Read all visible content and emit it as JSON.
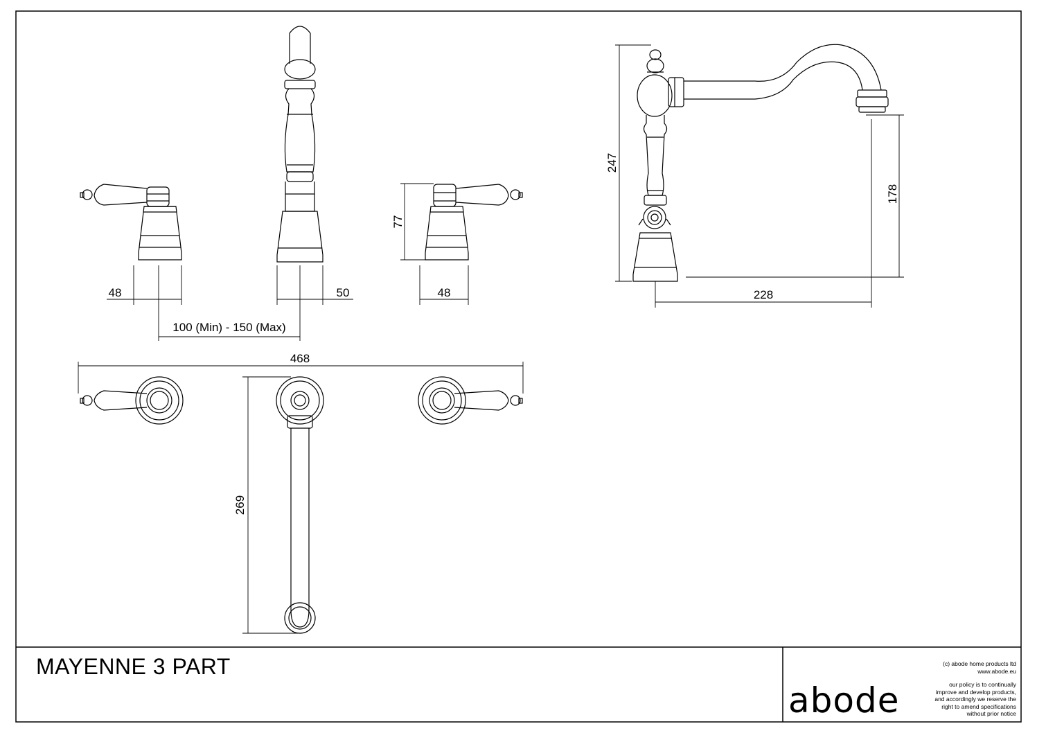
{
  "title_block": {
    "product_name": "MAYENNE 3 PART",
    "logo_text": "abode",
    "copyright_lines": [
      "(c) abode home products ltd",
      "www.abode.eu"
    ],
    "policy_lines": [
      "our policy is to continually",
      "improve and develop products,",
      "and accordingly we reserve the",
      "right to amend specifications",
      "without prior notice"
    ]
  },
  "dimensions": {
    "left_handle_width": "48",
    "spout_base_offset": "50",
    "right_handle_width": "48",
    "handle_height": "77",
    "centres": "100 (Min) - 150 (Max)",
    "overall_width": "468",
    "spout_reach_plan": "269",
    "overall_height": "247",
    "outlet_height": "178",
    "spout_reach_side": "228"
  },
  "colors": {
    "line": "#000000",
    "background": "#ffffff"
  }
}
